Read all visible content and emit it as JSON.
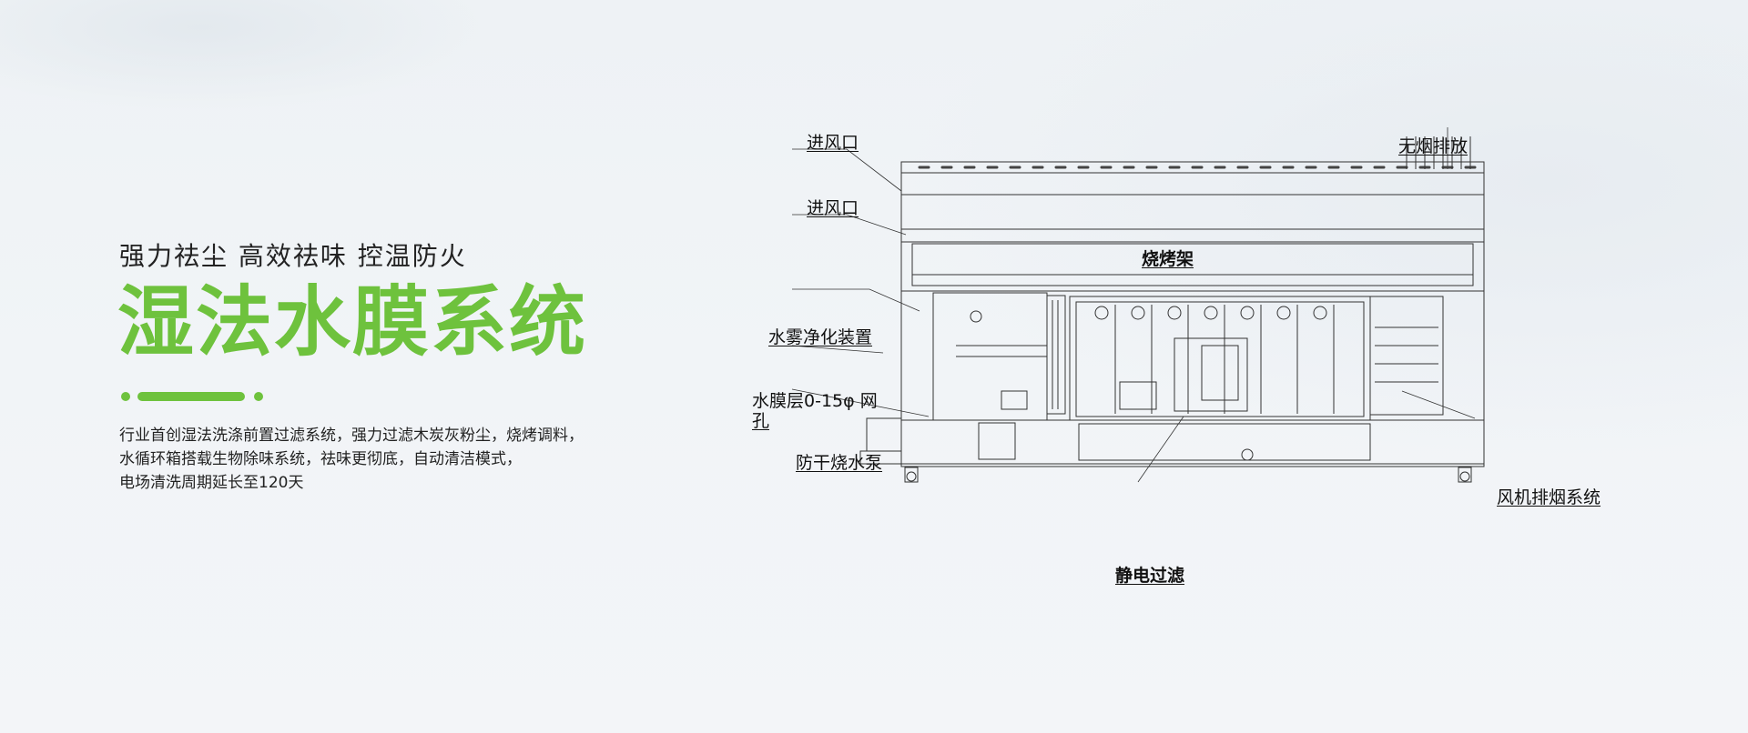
{
  "hero": {
    "tagline": "强力祛尘  高效祛味  控温防火",
    "title": "湿法水膜系统",
    "description": [
      "行业首创湿法洗涤前置过滤系统，强力过滤木炭灰粉尘，烧烤调料，",
      "水循环箱搭载生物除味系统，祛味更彻底，自动清洁模式，",
      "电场清洗周期延长至120天"
    ],
    "accent_color": "#6ec23d"
  },
  "diagram": {
    "labels": {
      "inlet_top": "进风口",
      "inlet_mid": "进风口",
      "rack": "烧烤架",
      "mist": "水雾净化装置",
      "membrane_line1": "水膜层0-15φ 网",
      "membrane_line2": "孔",
      "pump": "防干烧水泵",
      "smokeless": "无烟排放",
      "fan": "风机排烟系统",
      "electrostatic": "静电过滤"
    }
  }
}
